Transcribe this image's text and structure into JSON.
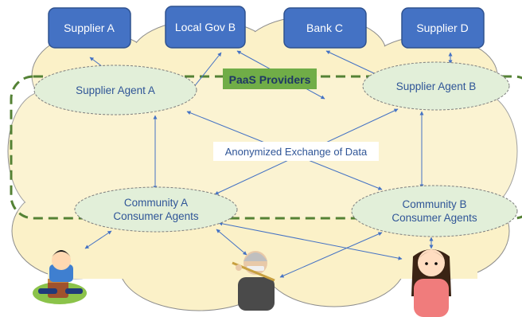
{
  "top_boxes": [
    {
      "id": "supplier-a",
      "label": "Supplier A"
    },
    {
      "id": "local-gov-b",
      "label": "Local Gov B"
    },
    {
      "id": "bank-c",
      "label": "Bank C"
    },
    {
      "id": "supplier-d",
      "label": "Supplier D"
    }
  ],
  "agents": {
    "supplier_agent_a": "Supplier Agent A",
    "supplier_agent_b": "Supplier Agent B",
    "community_a_line1": "Community A",
    "community_a_line2": "Consumer Agents",
    "community_b_line1": "Community B",
    "community_b_line2": "Consumer Agents"
  },
  "paas_label": "PaaS Providers",
  "center_label": "Anonymized Exchange of Data",
  "colors": {
    "box_fill": "#4472C4",
    "box_stroke": "#2F528F",
    "cloud_fill": "#FBF1C8",
    "ellipse_fill": "#E2EFD9",
    "paas_fill": "#70AD47",
    "dash_border": "#548235",
    "arrow": "#4472C4",
    "text_blue": "#2F5597"
  },
  "people_icons": [
    "boy-sitting-icon",
    "old-man-flute-icon",
    "woman-icon"
  ]
}
